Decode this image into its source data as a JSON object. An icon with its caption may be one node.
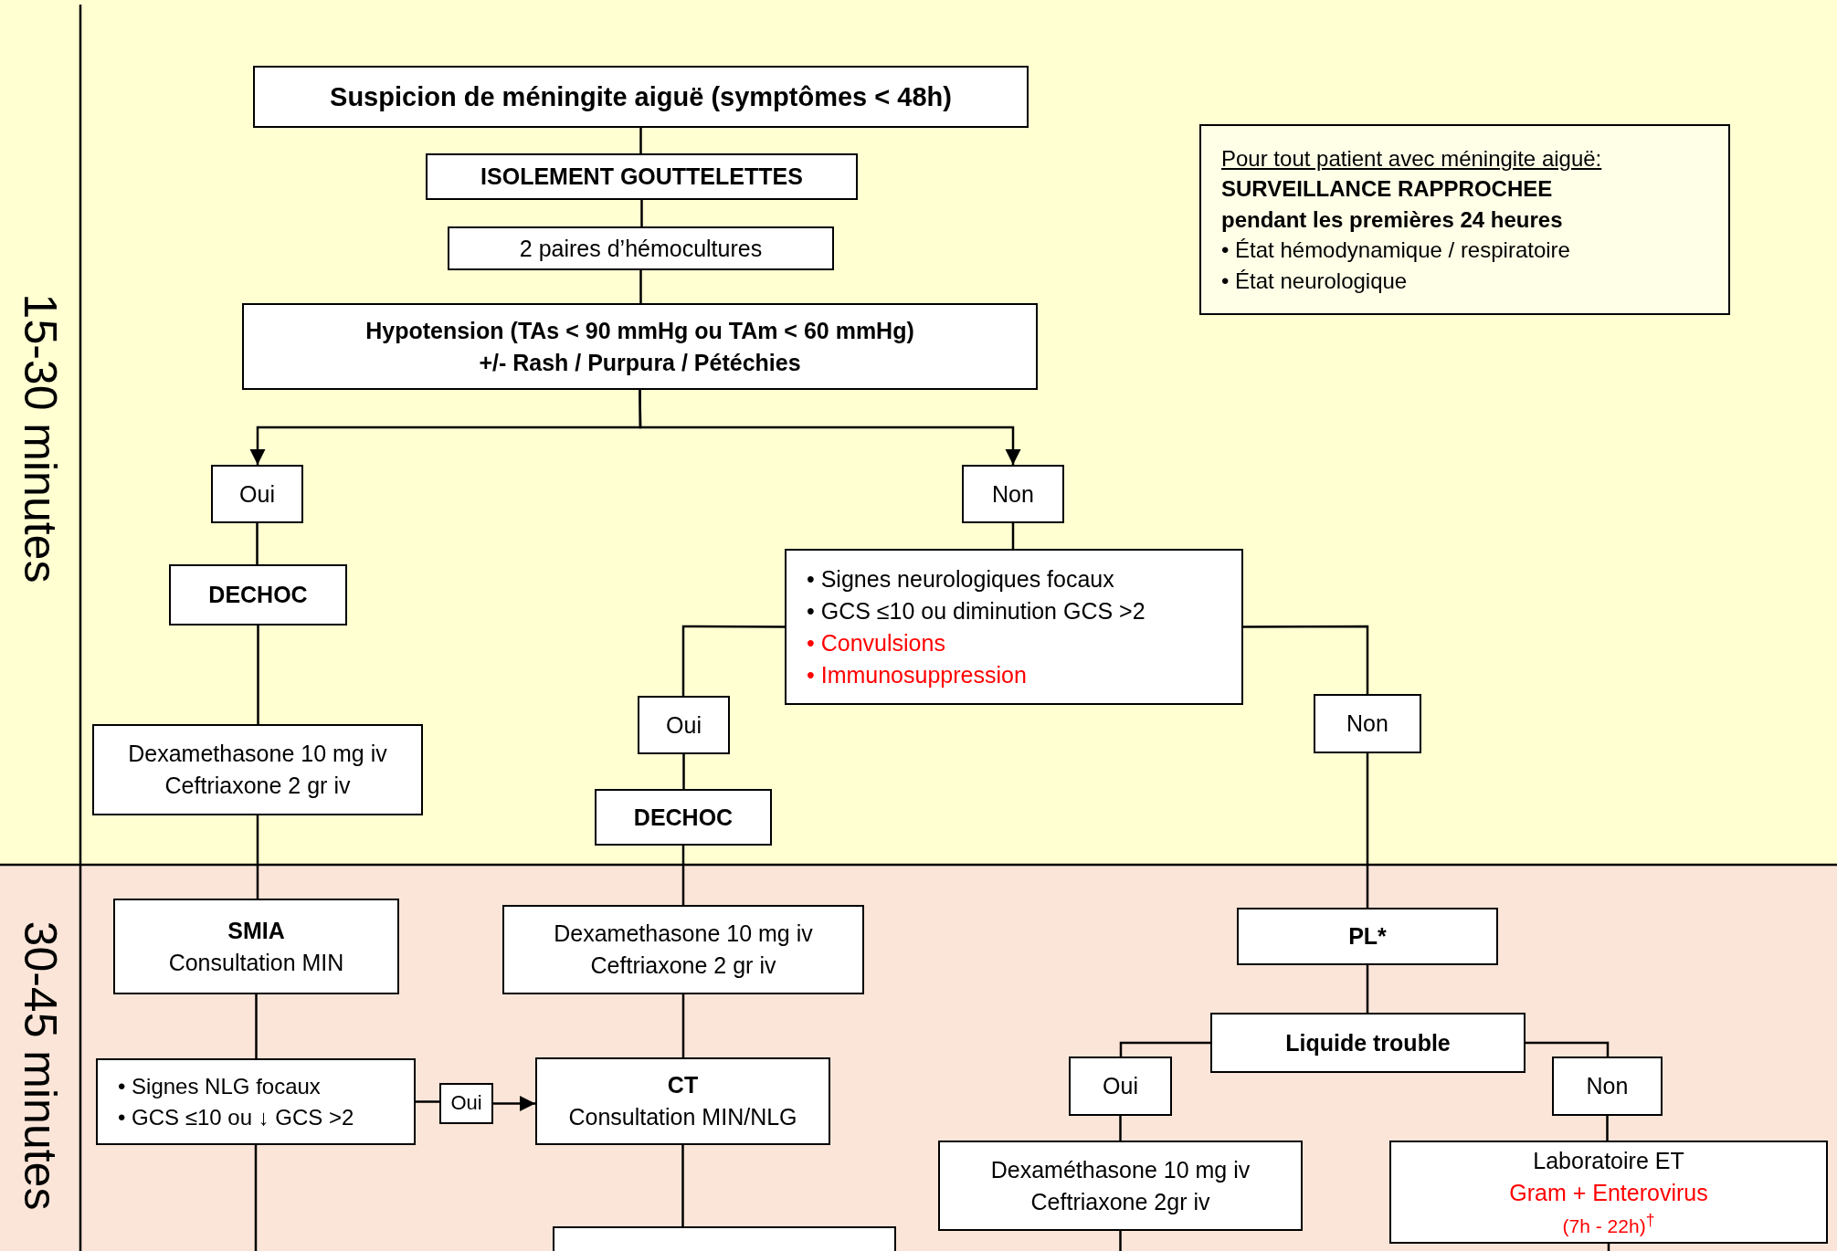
{
  "diagram": {
    "nodes": [
      {
        "text": [
          "15-30 minutes"
        ]
      },
      {
        "text": [
          "30-45 minutes"
        ]
      },
      {
        "text": [
          "Suspicion de méningite aiguë (symptômes < 48h)"
        ],
        "in": 0
      },
      {
        "text": [
          "ISOLEMENT GOUTTELETTES"
        ],
        "in": 0
      },
      {
        "text": [
          "2 paires d’hémocultures"
        ],
        "in": 0
      },
      {
        "text": [
          "Hypotension (TAs < 90 mmHg ou TAm < 60 mmHg)",
          "+/- Rash / Purpura / Pétéchies"
        ],
        "in": 0
      },
      {
        "text": [
          "Oui"
        ],
        "in": 0
      },
      {
        "text": [
          "Non"
        ],
        "in": 0
      },
      {
        "text": [
          "DECHOC"
        ],
        "in": 0
      },
      {
        "text": [
          "• Signes neurologiques focaux",
          "• GCS ≤10 ou diminution GCS >2",
          "• Convulsions",
          "• Immunosuppression"
        ],
        "in": 0
      },
      {
        "text": [
          "Dexamethasone 10 mg iv",
          "Ceftriaxone 2 gr iv"
        ],
        "in": 0
      },
      {
        "text": [
          "Oui"
        ],
        "in": 0
      },
      {
        "text": [
          "Non"
        ],
        "in": 0
      },
      {
        "text": [
          "DECHOC"
        ],
        "in": 0
      },
      {
        "text": [
          "SMIA",
          "Consultation MIN"
        ],
        "in": 1
      },
      {
        "text": [
          "Dexamethasone 10 mg iv",
          "Ceftriaxone 2 gr iv"
        ],
        "in": 1
      },
      {
        "text": [
          "PL*"
        ],
        "in": 1
      },
      {
        "text": [
          "• Signes NLG focaux",
          "• GCS ≤10 ou ↓ GCS >2"
        ],
        "in": 1
      },
      {
        "text": [
          "Oui"
        ],
        "in": 1
      },
      {
        "text": [
          "CT",
          "Consultation MIN/NLG"
        ],
        "in": 1
      },
      {
        "text": [
          "Liquide trouble"
        ],
        "in": 1
      },
      {
        "text": [
          "Oui"
        ],
        "in": 1
      },
      {
        "text": [
          "Non"
        ],
        "in": 1
      },
      {
        "text": [
          "Dexaméthasone 10 mg iv",
          "Ceftriaxone 2gr iv"
        ],
        "in": 1
      },
      {
        "text": [
          "Laboratoire ET",
          "Gram + Enterovirus",
          "(7h - 22h)$^{†}$"
        ],
        "in": 1
      },
      {
        "text": [],
        "shape": "box",
        "in": 1
      },
      {
        "text": [
          "Pour tout patient avec méningite aiguë:",
          "SURVEILLANCE RAPPROCHEE",
          "pendant les premières 24 heures",
          "• État hémodynamique / respiratoire",
          "• État neurologique"
        ],
        "in": 0
      }
    ],
    "edges": [
      {
        "from": 2,
        "to": 3,
        "arrow": "none"
      },
      {
        "from": 3,
        "to": 4,
        "arrow": "none"
      },
      {
        "from": 4,
        "to": 5,
        "arrow": "none"
      },
      {
        "from": 5,
        "to": 6,
        "arrow": "to"
      },
      {
        "from": 5,
        "to": 7,
        "arrow": "to"
      },
      {
        "from": 6,
        "to": 8,
        "arrow": "none"
      },
      {
        "from": 8,
        "to": 10,
        "arrow": "none"
      },
      {
        "from": 10,
        "to": 14,
        "arrow": "none"
      },
      {
        "from": 14,
        "to": 17,
        "arrow": "none"
      },
      {
        "from": 17,
        "to": null,
        "arrow": "none"
      },
      {
        "from": 17,
        "to": 18,
        "arrow": "none"
      },
      {
        "from": 18,
        "to": 19,
        "arrow": "to"
      },
      {
        "from": 7,
        "to": 9,
        "arrow": "none"
      },
      {
        "from": 9,
        "to": 11,
        "arrow": "none"
      },
      {
        "from": 9,
        "to": 12,
        "arrow": "none"
      },
      {
        "from": 11,
        "to": 13,
        "arrow": "none"
      },
      {
        "from": 13,
        "to": 15,
        "arrow": "none"
      },
      {
        "from": 15,
        "to": 19,
        "arrow": "none"
      },
      {
        "from": 19,
        "to": 25,
        "arrow": "none"
      },
      {
        "from": 12,
        "to": 16,
        "arrow": "none"
      },
      {
        "from": 16,
        "to": 20,
        "arrow": "none"
      },
      {
        "from": 20,
        "to": 21,
        "arrow": "none"
      },
      {
        "from": 20,
        "to": 22,
        "arrow": "none"
      },
      {
        "from": 21,
        "to": 23,
        "arrow": "none"
      },
      {
        "from": 22,
        "to": 24,
        "arrow": "none"
      },
      {
        "from": 23,
        "to": null,
        "arrow": "none"
      },
      {
        "from": 24,
        "to": null,
        "arrow": "none"
      }
    ]
  }
}
